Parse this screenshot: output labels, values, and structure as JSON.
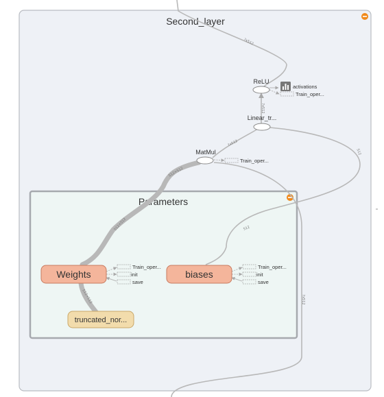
{
  "graph": {
    "outer_group": {
      "title": "Second_layer"
    },
    "inner_group": {
      "title": "Parameters"
    },
    "ops": {
      "relu": "ReLU",
      "linear": "Linear_tr...",
      "matmul": "MatMul"
    },
    "var_nodes": {
      "weights": "Weights",
      "biases": "biases",
      "truncated": "truncated_nor..."
    },
    "aux": {
      "activations": "activations",
      "relu_train": "Train_oper...",
      "matmul_train": "Train_oper...",
      "weights_train": "Train_oper...",
      "weights_init": "init",
      "weights_save": "save",
      "biases_train": "Train_oper...",
      "biases_init": "init",
      "biases_save": "save"
    },
    "edge_labels": {
      "top_in": "?x512",
      "relu_linear": "?x512",
      "matmul_linear": "?x512",
      "weights_matmul": "512×512",
      "matmul_big": "512×512",
      "truncated_weights": "512×512",
      "biases_linear": "512",
      "right_curve": "512",
      "bottom_out": "?x512"
    },
    "colors": {
      "group_bg": "#eef1f6",
      "group_border": "#b9bcc2",
      "inner_bg": "#eef6f4",
      "inner_border": "#a6a9ae",
      "var_fill": "#f4b59b",
      "var_stroke": "#c77a5f",
      "const_fill": "#f2dcac",
      "const_stroke": "#c9a767",
      "edge": "#b8b8b8",
      "collapse": "#f08a1c"
    }
  }
}
